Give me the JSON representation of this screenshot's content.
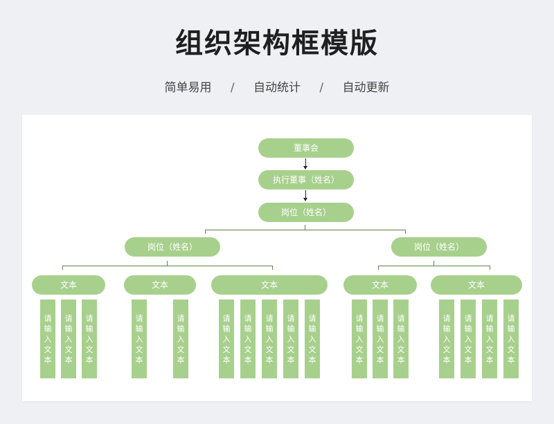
{
  "header": {
    "title": "组织架构框模版",
    "features": [
      "简单易用",
      "自动统计",
      "自动更新"
    ],
    "separator": "/"
  },
  "colors": {
    "node_fill": "#a8d08d",
    "connector": "#5f7d4c",
    "background": "#eef0f3"
  },
  "org": {
    "board": "董事会",
    "executive": "执行董事（姓名）",
    "position": "岗位（姓名）",
    "managers": [
      "岗位（姓名）",
      "岗位（姓名）"
    ],
    "teams": [
      {
        "label": "文本",
        "leaves": [
          "请输入文本",
          "请输入文本",
          "请输入文本"
        ]
      },
      {
        "label": "文本",
        "leaves": [
          "请输入文本",
          "请输入文本"
        ]
      },
      {
        "label": "文本",
        "leaves": [
          "请输入文本",
          "请输入文本",
          "请输入文本",
          "请输入文本",
          "请输入文本"
        ]
      },
      {
        "label": "文本",
        "leaves": [
          "请输入文本",
          "请输入文本",
          "请输入文本"
        ]
      },
      {
        "label": "文本",
        "leaves": [
          "请输入文本",
          "请输入文本",
          "请输入文本",
          "请输入文本"
        ]
      }
    ]
  }
}
